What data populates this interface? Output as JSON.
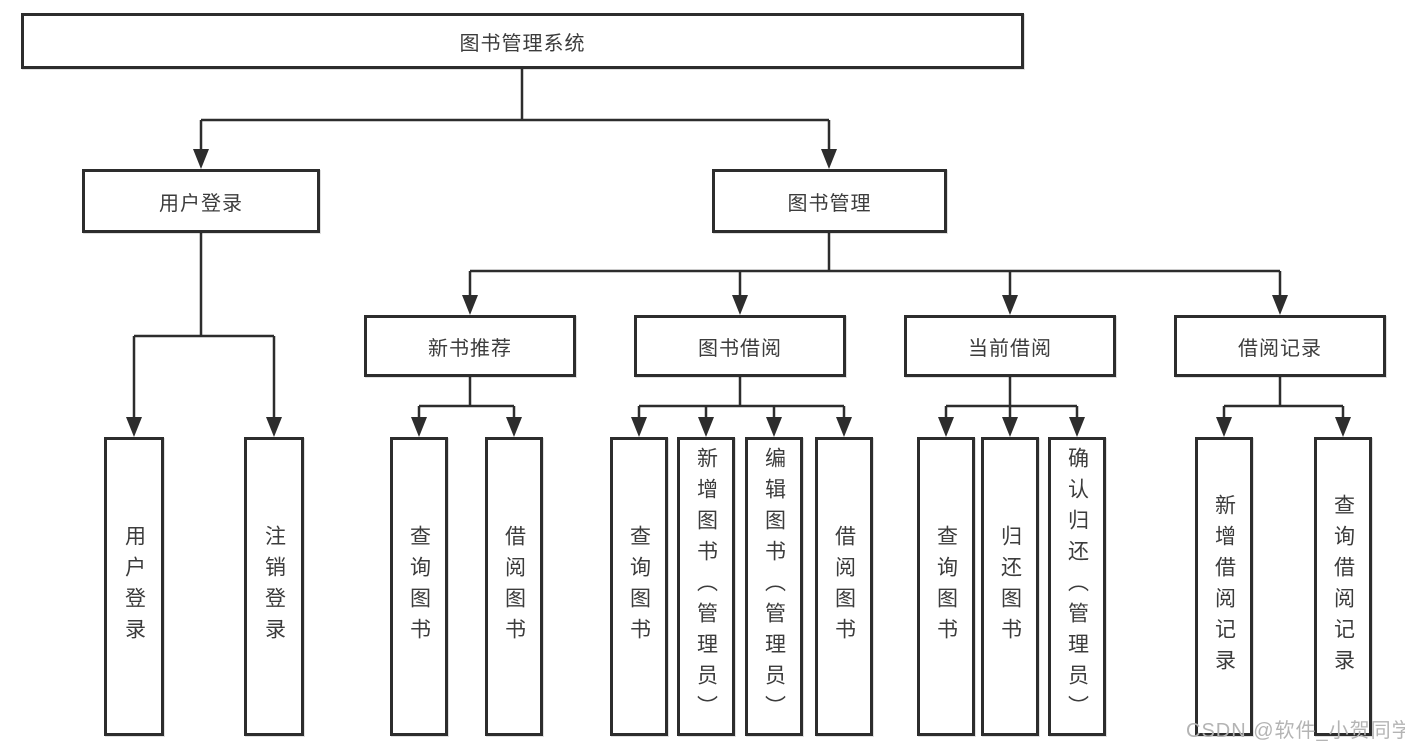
{
  "diagram": {
    "title": "图书管理系统",
    "branches": {
      "user_login": {
        "label": "用户登录",
        "children": {
          "login": "用户登录",
          "logout": "注销登录"
        }
      },
      "book_mgmt": {
        "label": "图书管理",
        "sections": {
          "new_book_rec": {
            "label": "新书推荐",
            "children": {
              "query": "查询图书",
              "borrow": "借阅图书"
            }
          },
          "book_borrow": {
            "label": "图书借阅",
            "children": {
              "query": "查询图书",
              "add": "新增图书（管理员）",
              "edit": "编辑图书（管理员）",
              "borrow": "借阅图书"
            }
          },
          "current_borrow": {
            "label": "当前借阅",
            "children": {
              "query": "查询图书",
              "return_book": "归还图书",
              "confirm_return": "确认归还（管理员）"
            }
          },
          "borrow_records": {
            "label": "借阅记录",
            "children": {
              "add_record": "新增借阅记录",
              "query_record": "查询借阅记录"
            }
          }
        }
      }
    }
  },
  "watermark": {
    "text": "CSDN @软件_小贺同学"
  },
  "colors": {
    "line": "#2d2d2d",
    "text": "#3c3c3c",
    "watermark": "#b4b4b4",
    "background": "#ffffff"
  }
}
